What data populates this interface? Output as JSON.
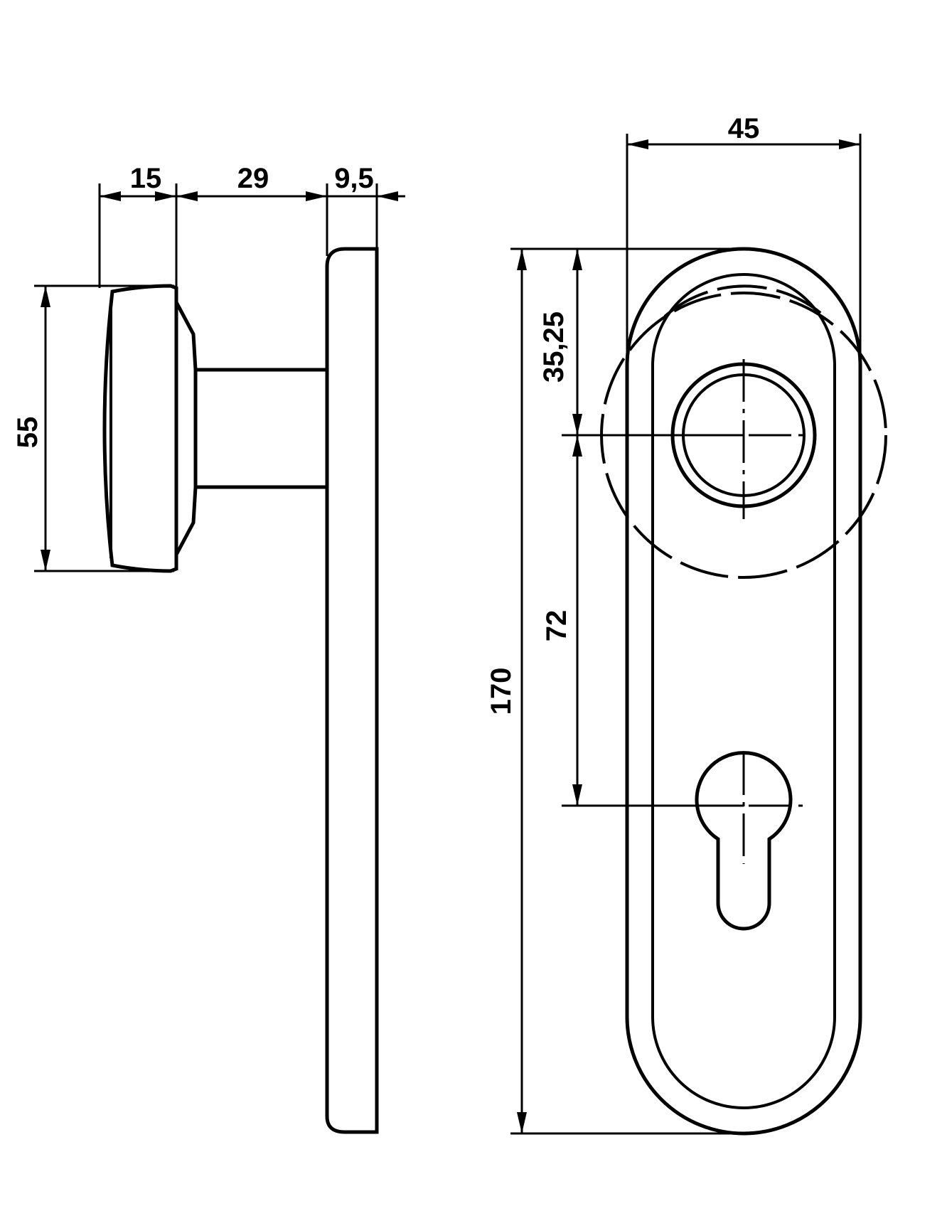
{
  "side_view": {
    "dims": {
      "knob_depth": "15",
      "neck_length": "29",
      "plate_thickness": "9,5",
      "knob_diameter": "55"
    }
  },
  "front_view": {
    "dims": {
      "plate_width": "45",
      "plate_height": "170",
      "knob_center_offset": "35,25",
      "center_distance": "72"
    }
  }
}
